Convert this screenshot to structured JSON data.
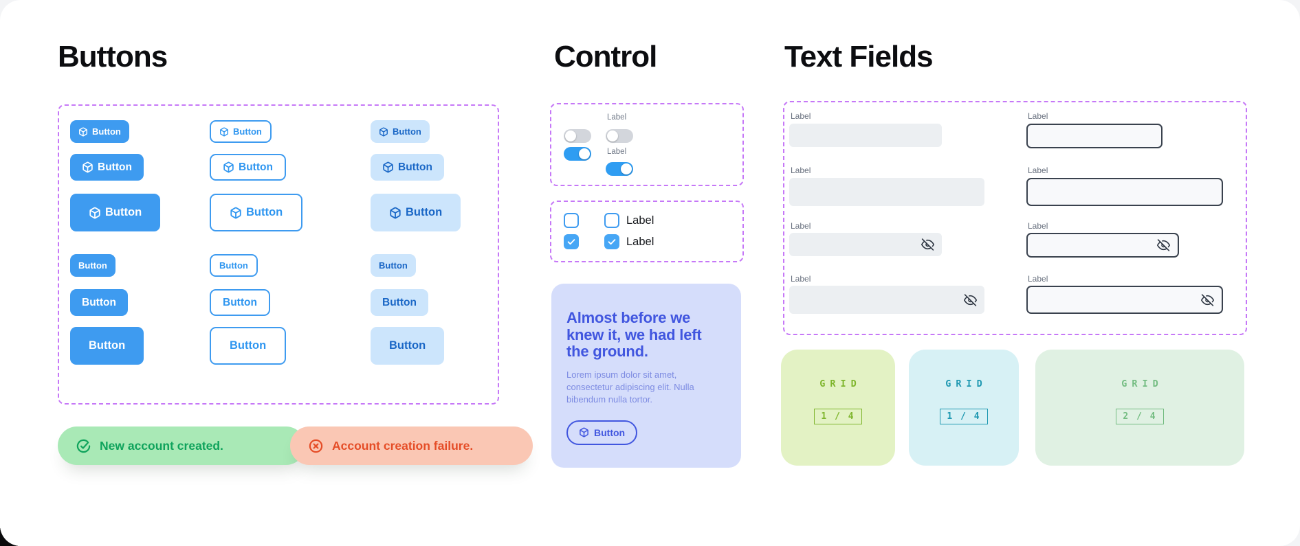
{
  "buttons_section": {
    "title": "Buttons",
    "button_label": "Button"
  },
  "toasts": {
    "success": "New account created.",
    "error": "Account creation failure."
  },
  "control_section": {
    "title": "Control",
    "switch_label": "Label",
    "checkbox_label": "Label",
    "card": {
      "heading": "Almost before we knew it, we had left the ground.",
      "body": "Lorem ipsum dolor sit amet, consectetur adipiscing elit. Nulla bibendum nulla tortor.",
      "button_label": "Button"
    }
  },
  "text_fields_section": {
    "title": "Text Fields",
    "field_label": "Label"
  },
  "grid_cards": [
    {
      "title": "GRID",
      "chip": "1 / 4",
      "bg": "#e3f2c4",
      "accent": "#7eb52c"
    },
    {
      "title": "GRID",
      "chip": "1 / 4",
      "bg": "#d7f1f5",
      "accent": "#1e98b1"
    },
    {
      "title": "GRID",
      "chip": "2 / 4",
      "bg": "#e0f1e3",
      "accent": "#73bc81"
    }
  ],
  "icons": {
    "button_icon": "box-icon",
    "success_icon": "check-circle-icon",
    "error_icon": "x-circle-icon",
    "password_icon": "eye-off-icon",
    "checkbox_icon": "check-icon"
  },
  "colors": {
    "primary_blue": "#3e9bf0",
    "tonal_bg": "#cce5fc",
    "tonal_text": "#1a67c6",
    "panel_dash": "#c678f7",
    "success_bg": "#a9e9b6",
    "success_text": "#0fa35c",
    "error_bg": "#fac7b4",
    "error_text": "#e54d27",
    "promo_bg": "#d5ddfb",
    "promo_accent": "#4156df",
    "input_filled_bg": "#eceff2",
    "input_outline_border": "#3a424e"
  }
}
